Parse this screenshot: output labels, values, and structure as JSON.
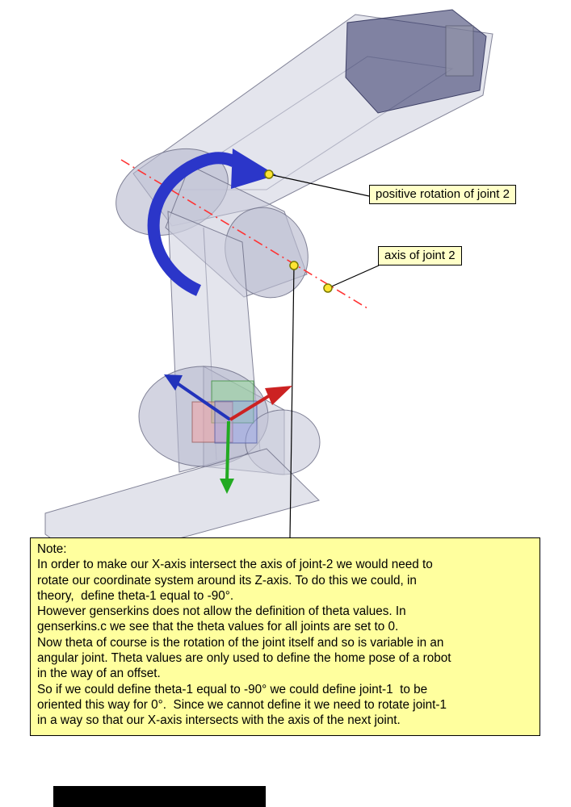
{
  "labels": {
    "positive_rotation": "positive rotation of joint 2",
    "axis_of_joint": "axis of joint 2"
  },
  "note": {
    "title": "Note:",
    "lines": [
      "In order to make our X-axis intersect the axis of joint-2 we would need to",
      "rotate our coordinate system around its Z-axis. To do this we could, in",
      "theory,  define theta-1 equal to -90°.",
      "However genserkins does not allow the definition of theta values. In",
      "genserkins.c we see that the theta values for all joints are set to 0.",
      "Now theta of course is the rotation of the joint itself and so is variable in an",
      "angular joint. Theta values are only used to define the home pose of a robot",
      "in the way of an offset.",
      "So if we could define theta-1 equal to -90° we could define joint-1  to be",
      "oriented this way for 0°.  Since we cannot define it we need to rotate joint-1",
      "in a way so that our X-axis intersects with the axis of the next joint."
    ]
  },
  "colors": {
    "note_background": "#ffff9e",
    "callout_background": "#ffffc8",
    "joint_axis_line": "#ff3333",
    "rotation_arrow": "#2b36c9",
    "marker_fill": "#ffe433",
    "frame_arrow_red": "#cc2222",
    "frame_arrow_green": "#22aa22",
    "frame_arrow_blue": "#2233bb"
  },
  "icons": {
    "joint_marker": "yellow-dot-marker",
    "rotation_arrow": "curved-rotation-arrow-icon",
    "axis_line": "dash-dot-axis-line"
  }
}
